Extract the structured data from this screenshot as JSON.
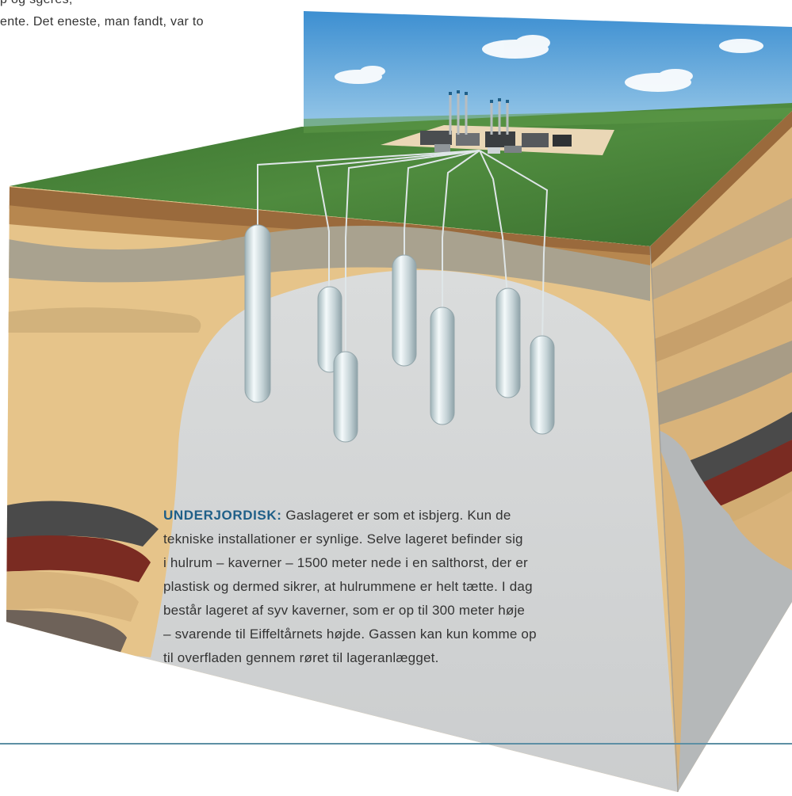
{
  "intro": {
    "line1": "p og sgeres, ",
    "line2": "ente. Det eneste, man fandt, var to"
  },
  "caption": {
    "kicker": "UNDERJORDISK:",
    "lines": [
      " Gaslageret er som et isbjerg. Kun de",
      "tekniske installationer er synlige. Selve lageret befinder sig",
      "i hulrum – kaverner – 1500 meter nede i en salthorst, der er",
      "plastisk og dermed sikrer, at hulrummene er helt tætte. I dag",
      "består lageret af syv kaverner, som er op til 300 meter høje",
      "– svarende til Eiffeltårnets højde. Gassen kan kun komme op",
      "til overfladen gennem røret til lageranlægget."
    ]
  },
  "colors": {
    "grass": "#3f7a34",
    "grass_light": "#5a9648",
    "sand": "#e6c48a",
    "soil": "#9a6a3c",
    "gray_layer": "#a9a28f",
    "salt": "#d6d8d8",
    "dark_layer": "#4a4a4a",
    "red_layer": "#7a2b22",
    "side_salt": "#b5b8b9",
    "sky_top": "#3d8fd1",
    "sky_bottom": "#bfe0f2",
    "kicker": "#1f5f88",
    "rule": "#5d8fa4"
  },
  "icons": [
    "cavern-icon",
    "gas-plant-icon",
    "chimney-icon",
    "pipe-icon",
    "cloud-icon"
  ]
}
